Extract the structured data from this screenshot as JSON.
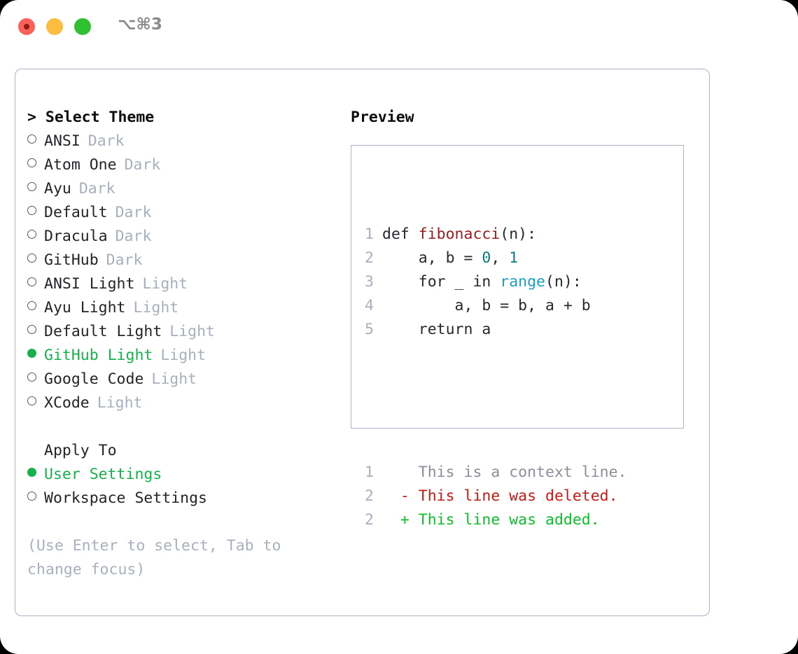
{
  "titlebar": {
    "shortcut": "⌥⌘3",
    "buttons": [
      {
        "name": "close",
        "color": "#fc6058"
      },
      {
        "name": "minimize",
        "color": "#fcbd41"
      },
      {
        "name": "maximize",
        "color": "#2fc12f"
      }
    ]
  },
  "theme_picker": {
    "header": "> Select Theme",
    "accent_color": "#16b14b",
    "muted_color": "#a8b0bd",
    "items": [
      {
        "label": "ANSI",
        "tag": "Dark",
        "selected": false
      },
      {
        "label": "Atom One",
        "tag": "Dark",
        "selected": false
      },
      {
        "label": "Ayu",
        "tag": "Dark",
        "selected": false
      },
      {
        "label": "Default",
        "tag": "Dark",
        "selected": false
      },
      {
        "label": "Dracula",
        "tag": "Dark",
        "selected": false
      },
      {
        "label": "GitHub",
        "tag": "Dark",
        "selected": false
      },
      {
        "label": "ANSI Light",
        "tag": "Light",
        "selected": false
      },
      {
        "label": "Ayu Light",
        "tag": "Light",
        "selected": false
      },
      {
        "label": "Default Light",
        "tag": "Light",
        "selected": false
      },
      {
        "label": "GitHub Light",
        "tag": "Light",
        "selected": true
      },
      {
        "label": "Google Code",
        "tag": "Light",
        "selected": false
      },
      {
        "label": "XCode",
        "tag": "Light",
        "selected": false
      }
    ]
  },
  "apply_to": {
    "label": "Apply To",
    "items": [
      {
        "label": "User Settings",
        "selected": true
      },
      {
        "label": "Workspace Settings",
        "selected": false
      }
    ]
  },
  "hint": "(Use Enter to select, Tab to change focus)",
  "preview": {
    "title": "Preview",
    "code_lines": [
      {
        "no": "1",
        "tokens": [
          {
            "t": "def ",
            "c": "plain"
          },
          {
            "t": "fibonacci",
            "c": "func"
          },
          {
            "t": "(n):",
            "c": "plain"
          }
        ]
      },
      {
        "no": "2",
        "tokens": [
          {
            "t": "    a, b = ",
            "c": "plain"
          },
          {
            "t": "0",
            "c": "num"
          },
          {
            "t": ", ",
            "c": "plain"
          },
          {
            "t": "1",
            "c": "num"
          }
        ]
      },
      {
        "no": "3",
        "tokens": [
          {
            "t": "    for _ in ",
            "c": "plain"
          },
          {
            "t": "range",
            "c": "builtin"
          },
          {
            "t": "(n):",
            "c": "plain"
          }
        ]
      },
      {
        "no": "4",
        "tokens": [
          {
            "t": "        a, b = b, a + b",
            "c": "plain"
          }
        ]
      },
      {
        "no": "5",
        "tokens": [
          {
            "t": "    return a",
            "c": "plain"
          }
        ]
      }
    ],
    "diff_lines": [
      {
        "no": "1",
        "marker": "  ",
        "text": "This is a context line.",
        "kind": "ctx"
      },
      {
        "no": "2",
        "marker": "- ",
        "text": "This line was deleted.",
        "kind": "del"
      },
      {
        "no": "2",
        "marker": "+ ",
        "text": "This line was added.",
        "kind": "add"
      }
    ]
  }
}
